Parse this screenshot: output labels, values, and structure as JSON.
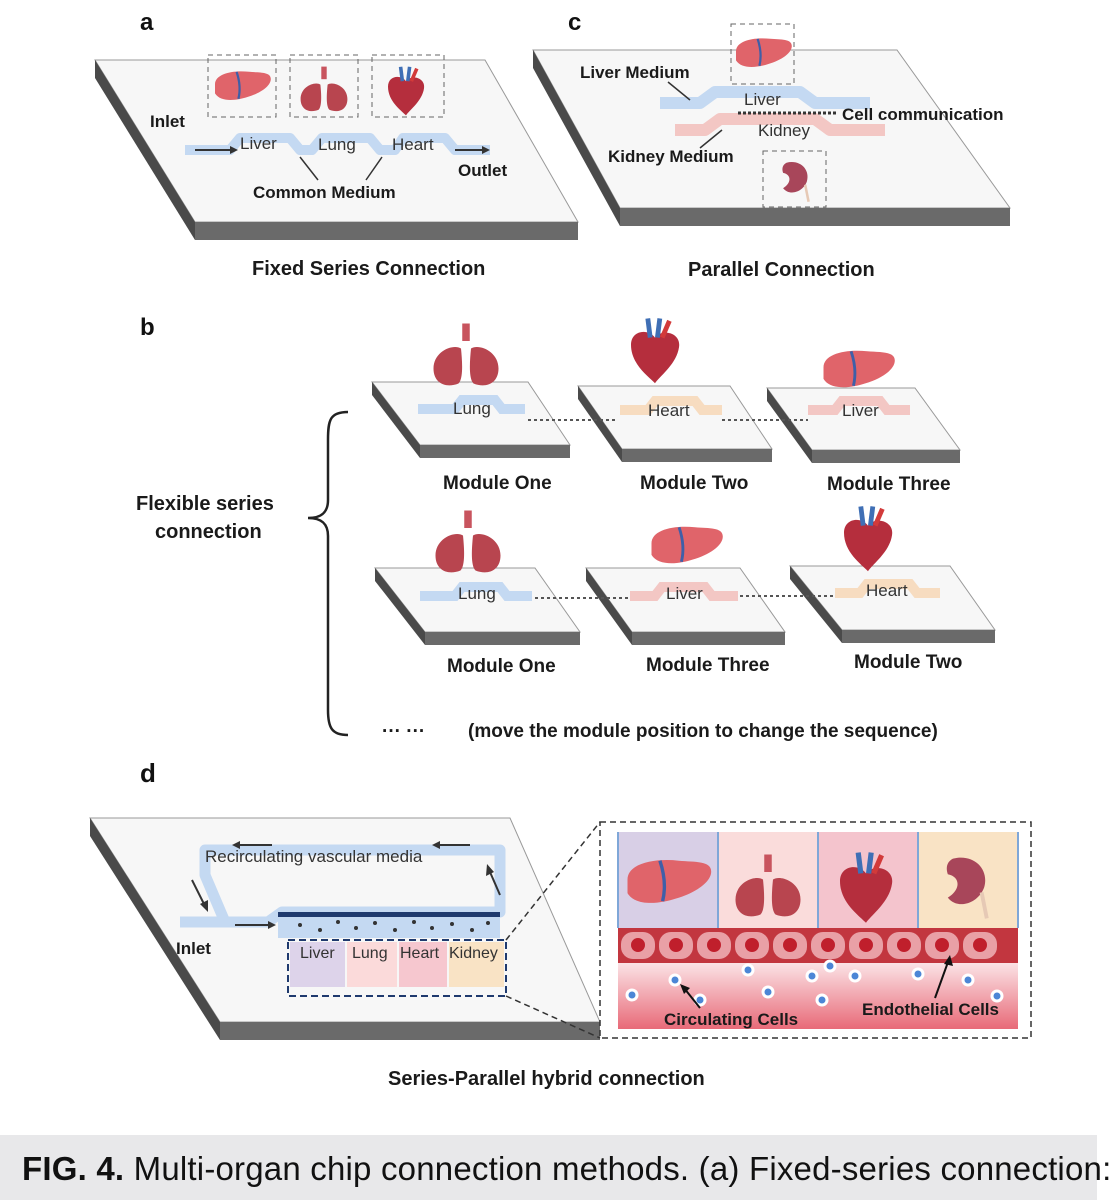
{
  "panels": {
    "a": {
      "letter": "a",
      "inlet": "Inlet",
      "outlet": "Outlet",
      "organs": [
        "Liver",
        "Lung",
        "Heart"
      ],
      "medium": "Common Medium",
      "caption": "Fixed Series Connection"
    },
    "c": {
      "letter": "c",
      "liver_medium": "Liver Medium",
      "kidney_medium": "Kidney Medium",
      "liver": "Liver",
      "kidney": "Kidney",
      "communication": "Cell communication",
      "caption": "Parallel Connection"
    },
    "b": {
      "letter": "b",
      "bracket_label_line1": "Flexible series",
      "bracket_label_line2": "connection",
      "row1": [
        {
          "organ": "Lung",
          "module": "Module One"
        },
        {
          "organ": "Heart",
          "module": "Module Two"
        },
        {
          "organ": "Liver",
          "module": "Module Three"
        }
      ],
      "row2": [
        {
          "organ": "Lung",
          "module": "Module One"
        },
        {
          "organ": "Liver",
          "module": "Module Three"
        },
        {
          "organ": "Heart",
          "module": "Module Two"
        }
      ],
      "ellipsis": "··· ···",
      "note": "(move the module position to change the sequence)"
    },
    "d": {
      "letter": "d",
      "recirc": "Recirculating vascular media",
      "inlet": "Inlet",
      "chambers": [
        "Liver",
        "Lung",
        "Heart",
        "Kidney"
      ],
      "circulating": "Circulating Cells",
      "endothelial": "Endothelial Cells",
      "caption": "Series-Parallel hybrid connection"
    }
  },
  "figure_caption": {
    "label": "FIG. 4.",
    "text": "Multi-organ chip connection methods. (a) Fixed-series connection:"
  },
  "colors": {
    "channel_blue": "#c4d9f2",
    "channel_pink": "#f3c7c4",
    "channel_peach": "#f7dcc0",
    "organ_red": "#d9575c",
    "heart_red": "#b32b3a",
    "vessel_blue": "#3f6fb5"
  }
}
